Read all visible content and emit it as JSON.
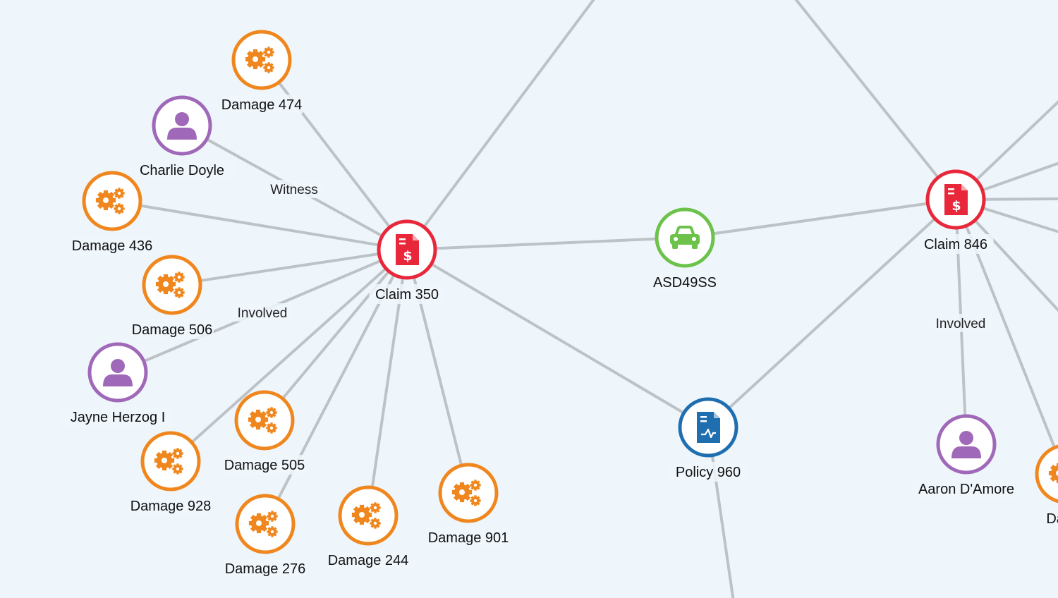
{
  "colors": {
    "background": "#eef6fc",
    "edge": "#bdc2c7",
    "damage": "#f0871e",
    "person": "#a068b8",
    "claim": "#e8283a",
    "vehicle": "#6cc24a",
    "policy": "#1f6fb0"
  },
  "nodes": [
    {
      "id": "d474",
      "type": "damage",
      "label": "Damage 474"
    },
    {
      "id": "charlie",
      "type": "person",
      "label": "Charlie Doyle"
    },
    {
      "id": "d436",
      "type": "damage",
      "label": "Damage 436"
    },
    {
      "id": "d506",
      "type": "damage",
      "label": "Damage 506"
    },
    {
      "id": "jayne",
      "type": "person",
      "label": "Jayne Herzog I"
    },
    {
      "id": "d505",
      "type": "damage",
      "label": "Damage 505"
    },
    {
      "id": "d928",
      "type": "damage",
      "label": "Damage 928"
    },
    {
      "id": "d276",
      "type": "damage",
      "label": "Damage 276"
    },
    {
      "id": "d244",
      "type": "damage",
      "label": "Damage 244"
    },
    {
      "id": "d901",
      "type": "damage",
      "label": "Damage 901"
    },
    {
      "id": "c350",
      "type": "claim",
      "label": "Claim 350"
    },
    {
      "id": "asd",
      "type": "vehicle",
      "label": "ASD49SS"
    },
    {
      "id": "c846",
      "type": "claim",
      "label": "Claim 846"
    },
    {
      "id": "p960",
      "type": "policy",
      "label": "Policy 960"
    },
    {
      "id": "aaron",
      "type": "person",
      "label": "Aaron D'Amore"
    },
    {
      "id": "dpart",
      "type": "damage",
      "label": "Dama"
    }
  ],
  "edges": [
    {
      "from": "c350",
      "to": "d474"
    },
    {
      "from": "c350",
      "to": "charlie",
      "label": "Witness"
    },
    {
      "from": "c350",
      "to": "d436"
    },
    {
      "from": "c350",
      "to": "d506"
    },
    {
      "from": "c350",
      "to": "jayne",
      "label": "Involved"
    },
    {
      "from": "c350",
      "to": "d505"
    },
    {
      "from": "c350",
      "to": "d928"
    },
    {
      "from": "c350",
      "to": "d276"
    },
    {
      "from": "c350",
      "to": "d244"
    },
    {
      "from": "c350",
      "to": "d901"
    },
    {
      "from": "c350",
      "to": "asd"
    },
    {
      "from": "c350",
      "to": "p960"
    },
    {
      "from": "c350",
      "to": "offscreen-top-1"
    },
    {
      "from": "asd",
      "to": "c846"
    },
    {
      "from": "c846",
      "to": "p960"
    },
    {
      "from": "c846",
      "to": "aaron",
      "label": "Involved"
    },
    {
      "from": "c846",
      "to": "dpart"
    },
    {
      "from": "c846",
      "to": "offscreen-top-2"
    },
    {
      "from": "c846",
      "to": "offscreen-right-1"
    },
    {
      "from": "c846",
      "to": "offscreen-right-2"
    },
    {
      "from": "c846",
      "to": "offscreen-right-3"
    },
    {
      "from": "c846",
      "to": "offscreen-right-4"
    },
    {
      "from": "c846",
      "to": "offscreen-right-5"
    },
    {
      "from": "p960",
      "to": "offscreen-bottom-1"
    }
  ]
}
